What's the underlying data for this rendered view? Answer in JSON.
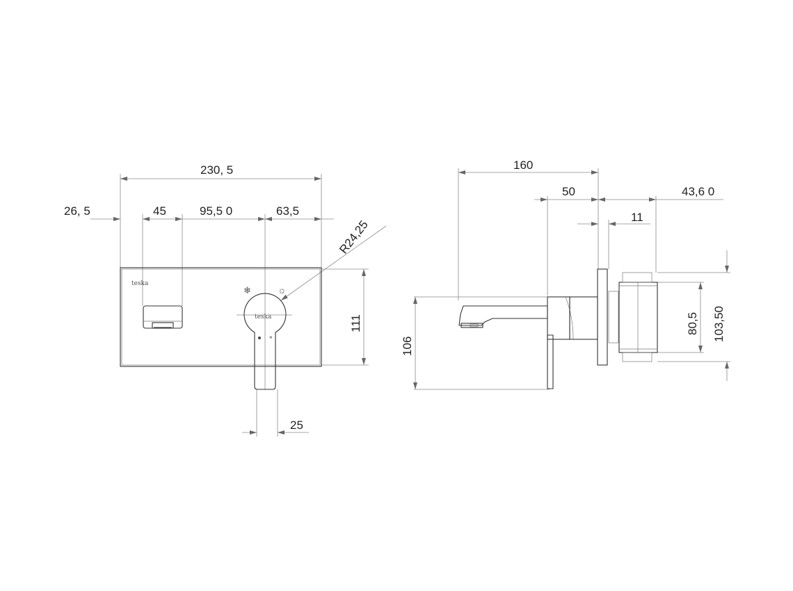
{
  "front_view": {
    "overall_width": "230, 5",
    "left_offset": "26, 5",
    "spout_width": "45",
    "spout_to_handle": "95,5 0",
    "handle_to_edge": "63,5",
    "handle_radius": "R24,25",
    "plate_height": "111",
    "lever_width": "25",
    "logo_text": "teska"
  },
  "side_view": {
    "projection": "160",
    "body_depth": "50",
    "box_depth": "43,6 0",
    "plate_gap": "11",
    "height": "106",
    "box_inner_height": "80,5",
    "box_outer_height": "103,50"
  }
}
